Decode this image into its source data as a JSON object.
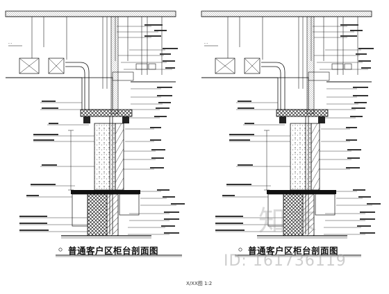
{
  "drawing": {
    "left_title": "普通客户区柜台剖面图",
    "right_title": "普通客户区柜台剖面图",
    "sheet_label": "X/XX图 1:2"
  },
  "watermark": {
    "logo_text": "知末",
    "id_text": "ID: 161736119"
  },
  "colors": {
    "line": "#1a1a1a",
    "hatch": "#333333",
    "watermark": "#a0a0a0"
  }
}
